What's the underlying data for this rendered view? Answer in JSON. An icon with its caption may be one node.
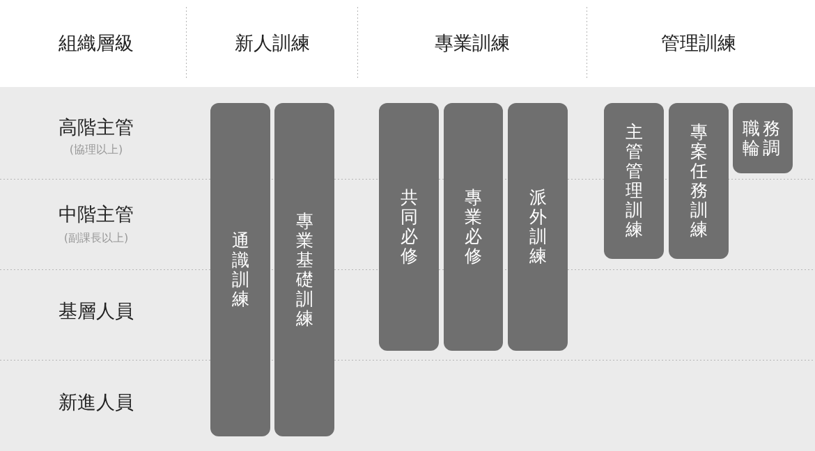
{
  "diagram": {
    "nodes": [
      {
        "text": [
          "通識訓練"
        ]
      },
      {
        "text": [
          "專業基礎訓練"
        ]
      },
      {
        "text": [
          "共同必修"
        ]
      },
      {
        "text": [
          "專業必修"
        ]
      },
      {
        "text": [
          "派外訓練"
        ]
      },
      {
        "text": [
          "主管管理訓練"
        ]
      },
      {
        "text": [
          "專案任務訓練"
        ]
      },
      {
        "text": [
          "職務輪調"
        ]
      }
    ],
    "labels": [
      "組織層級",
      "新人訓練",
      "專業訓練",
      "管理訓練",
      "高階主管",
      "(協理以上)",
      "中階主管",
      "(副課長以上)",
      "基層人員",
      "新進人員"
    ]
  }
}
